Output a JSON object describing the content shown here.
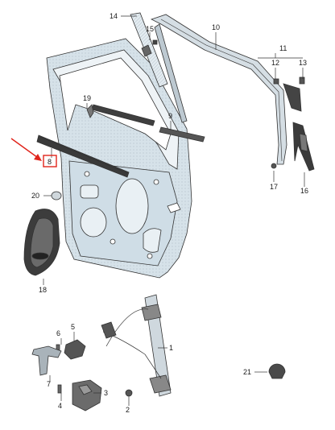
{
  "diagram": {
    "callouts": [
      {
        "id": "14",
        "label": "14"
      },
      {
        "id": "15",
        "label": "15"
      },
      {
        "id": "10",
        "label": "10"
      },
      {
        "id": "11",
        "label": "11"
      },
      {
        "id": "12",
        "label": "12"
      },
      {
        "id": "13",
        "label": "13"
      },
      {
        "id": "19",
        "label": "19"
      },
      {
        "id": "9",
        "label": "9"
      },
      {
        "id": "8",
        "label": "8"
      },
      {
        "id": "20",
        "label": "20"
      },
      {
        "id": "17",
        "label": "17"
      },
      {
        "id": "16",
        "label": "16"
      },
      {
        "id": "18",
        "label": "18"
      },
      {
        "id": "6",
        "label": "6"
      },
      {
        "id": "5",
        "label": "5"
      },
      {
        "id": "1",
        "label": "1"
      },
      {
        "id": "7",
        "label": "7"
      },
      {
        "id": "3",
        "label": "3"
      },
      {
        "id": "4",
        "label": "4"
      },
      {
        "id": "2",
        "label": "2"
      },
      {
        "id": "21",
        "label": "21"
      }
    ],
    "highlighted_callout": "8",
    "colors": {
      "highlight_box": "#e0241b",
      "arrow": "#e0241b",
      "door_fill": "#d9e5ec",
      "line": "#333333"
    }
  }
}
